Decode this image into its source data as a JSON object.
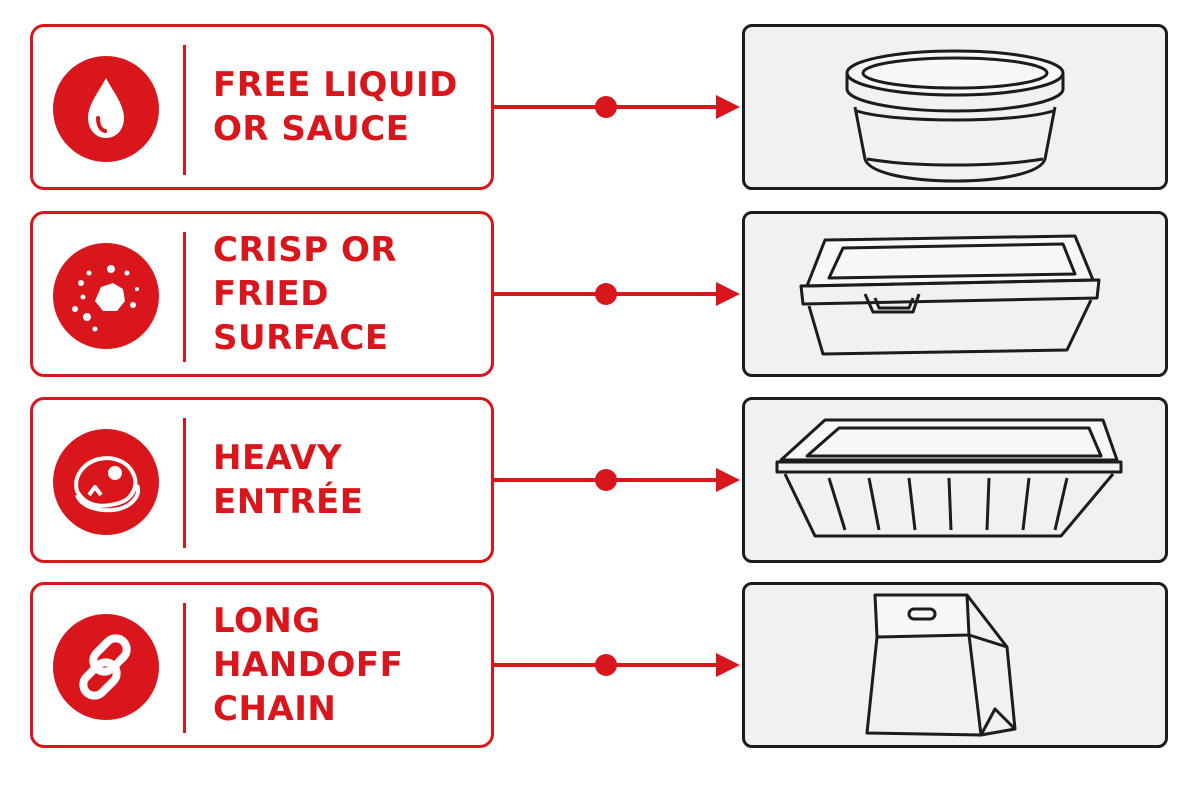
{
  "accent_color": "#d9161c",
  "rows": [
    {
      "label": "FREE LIQUID\nOR SAUCE",
      "icon": "liquid-drop-icon",
      "package": "round-deli-container"
    },
    {
      "label": "CRISP OR\nFRIED SURFACE",
      "icon": "crumbs-icon",
      "package": "vented-clamshell-box"
    },
    {
      "label": "HEAVY\nENTRÉE",
      "icon": "steak-icon",
      "package": "rigid-tray-with-lid"
    },
    {
      "label": "LONG HANDOFF\nCHAIN",
      "icon": "chain-link-icon",
      "package": "sealed-paper-bag"
    }
  ]
}
